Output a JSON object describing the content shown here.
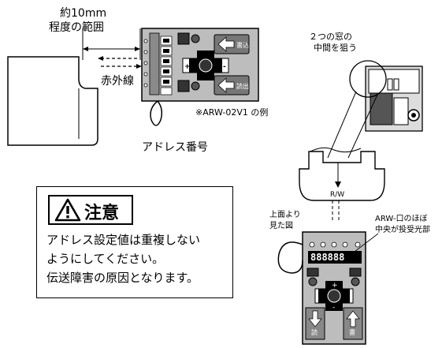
{
  "labels": {
    "range_line1": "約10mm",
    "range_line2": "程度の範囲",
    "infrared": "赤外線",
    "example_note": "※ARW-02V1 の例",
    "address_number": "アドレス番号",
    "aim_line1": "２つの窓の",
    "aim_line2": "中間を狙う",
    "rw": "R/W",
    "top_view_line1": "上面より",
    "top_view_line2": "見た図",
    "arw_line1": "ARW-口のほぼ",
    "arw_line2": "中央が投受光部"
  },
  "caution": {
    "title": "注意",
    "lines": [
      "アドレス設定値は重複しない",
      "ようにしてください。",
      "伝送障害の原因となります。"
    ]
  }
}
